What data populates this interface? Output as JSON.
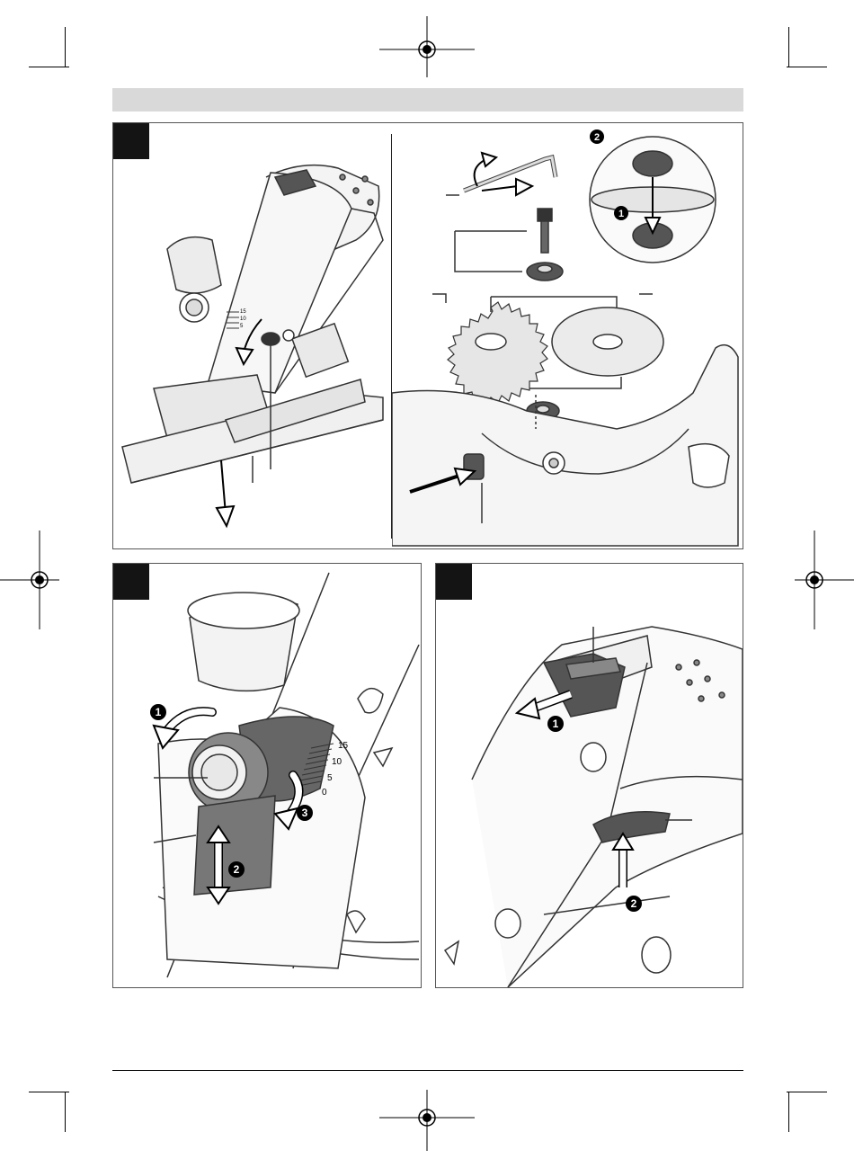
{
  "page": {
    "header_band_color": "#d9d9d9",
    "figure_tag_color": "#141414",
    "line_color": "#333333"
  },
  "figure_top": {
    "left": {
      "scale": [
        "15",
        "10",
        "5"
      ]
    },
    "right": {
      "steps": [
        "2",
        "1"
      ]
    }
  },
  "figure_bottom_left": {
    "scale": [
      "15",
      "10",
      "5",
      "0"
    ],
    "steps": [
      "1",
      "2",
      "3"
    ]
  },
  "figure_bottom_right": {
    "steps": [
      "1",
      "2"
    ]
  }
}
